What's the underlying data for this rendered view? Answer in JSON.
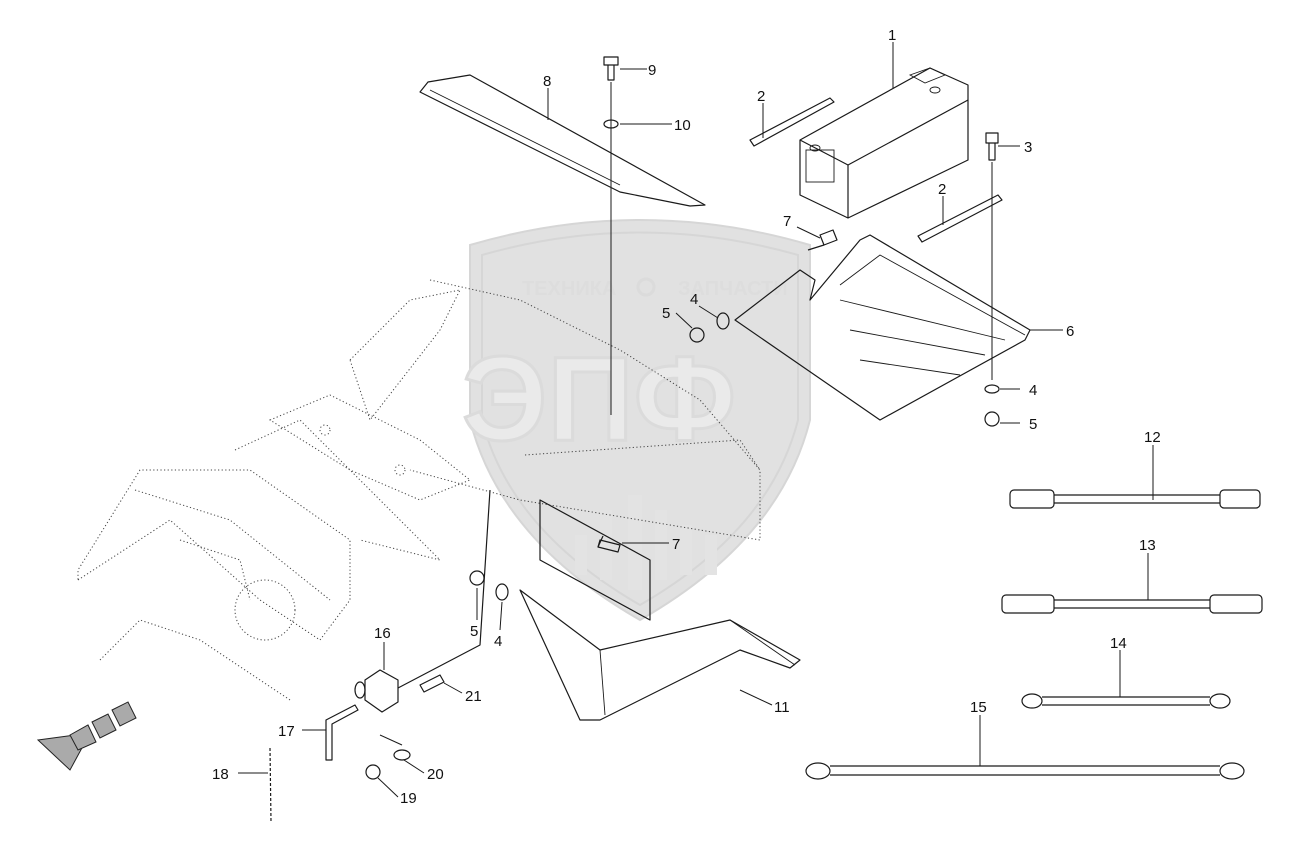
{
  "watermark": {
    "left_word": "ТЕХНИКА",
    "right_word": "ЗАПЧАСТИ",
    "logo_letters": "ЭПФ"
  },
  "callouts": [
    {
      "id": "c1",
      "text": "1"
    },
    {
      "id": "c2a",
      "text": "2"
    },
    {
      "id": "c2b",
      "text": "2"
    },
    {
      "id": "c3",
      "text": "3"
    },
    {
      "id": "c4a",
      "text": "4"
    },
    {
      "id": "c4b",
      "text": "4"
    },
    {
      "id": "c4c",
      "text": "4"
    },
    {
      "id": "c5a",
      "text": "5"
    },
    {
      "id": "c5b",
      "text": "5"
    },
    {
      "id": "c5c",
      "text": "5"
    },
    {
      "id": "c6",
      "text": "6"
    },
    {
      "id": "c7a",
      "text": "7"
    },
    {
      "id": "c7b",
      "text": "7"
    },
    {
      "id": "c8",
      "text": "8"
    },
    {
      "id": "c9",
      "text": "9"
    },
    {
      "id": "c10",
      "text": "10"
    },
    {
      "id": "c11",
      "text": "11"
    },
    {
      "id": "c12",
      "text": "12"
    },
    {
      "id": "c13",
      "text": "13"
    },
    {
      "id": "c14",
      "text": "14"
    },
    {
      "id": "c15",
      "text": "15"
    },
    {
      "id": "c16",
      "text": "16"
    },
    {
      "id": "c17",
      "text": "17"
    },
    {
      "id": "c18",
      "text": "18"
    },
    {
      "id": "c19",
      "text": "19"
    },
    {
      "id": "c20",
      "text": "20"
    },
    {
      "id": "c21",
      "text": "21"
    }
  ]
}
